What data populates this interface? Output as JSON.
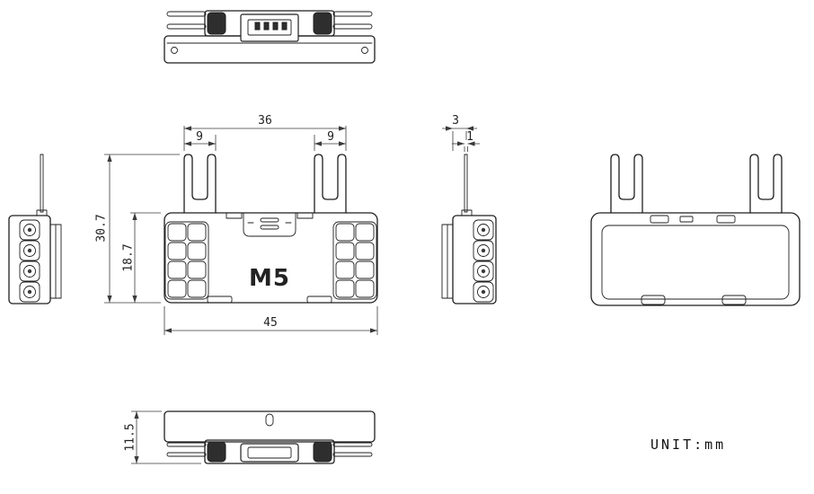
{
  "drawing": {
    "unit_label": "UNIT:mm",
    "logo": "M5",
    "dimensions": {
      "fork_span_width": "36",
      "fork_left_width": "9",
      "fork_right_width": "9",
      "overall_height": "30.7",
      "body_height": "18.7",
      "overall_width": "45",
      "side_thickness": "3",
      "pin_thickness": "1",
      "base_height": "11.5"
    },
    "colors": {
      "line": "#1f1f1f",
      "dimension": "#3a3a3a",
      "dark_fill": "#2e2e2e",
      "background": "#ffffff"
    }
  }
}
